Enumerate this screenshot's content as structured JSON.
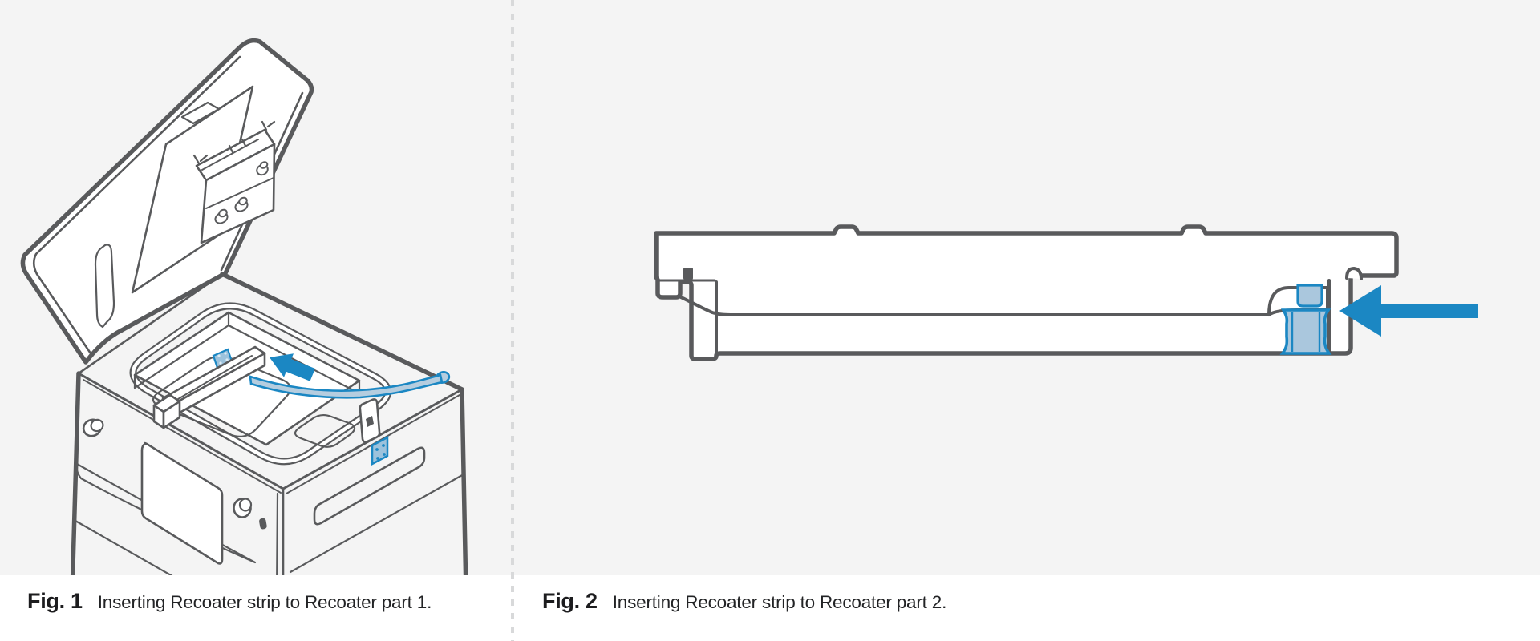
{
  "page": {
    "background_color": "#f4f4f4",
    "divider_color": "#d8d9da",
    "caption_bar_color": "#ffffff"
  },
  "palette": {
    "line_gray": "#595a5c",
    "accent_blue": "#1b87c3",
    "light_blue_fill": "#aac7dd",
    "caption_text": "#1c1c1e"
  },
  "figures": [
    {
      "label": "Fig. 1",
      "caption": "Inserting Recoater strip to Recoater part 1.",
      "illustration": "isometric printer with open lid, recoater bar and blue strip inserted",
      "icons": [
        "insertion-arrow-icon",
        "qr-label-icon"
      ]
    },
    {
      "label": "Fig. 2",
      "caption": "Inserting Recoater strip to Recoater part 2.",
      "illustration": "recoater profile cross-section with strip slot highlighted",
      "icons": [
        "insertion-arrow-icon"
      ]
    }
  ]
}
